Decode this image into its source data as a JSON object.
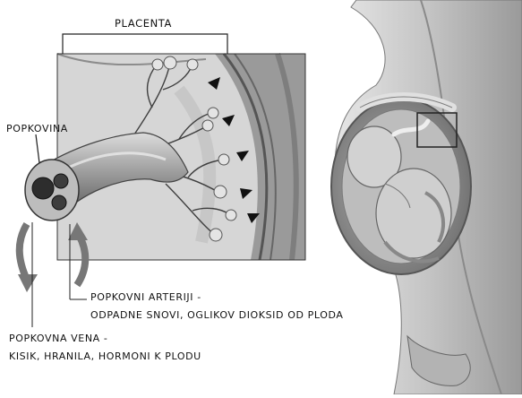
{
  "labels": {
    "placenta": "PLACENTA",
    "cord": "POPKOVINA",
    "arteries_title": "POPKOVNI ARTERIJI -",
    "arteries_desc": "ODPADNE SNOVI, OGLIKOV DIOKSID OD PLODA",
    "vein_title": "POPKOVNA VENA -",
    "vein_desc": "KISIK, HRANILA, HORMONI K PLODU"
  },
  "colors": {
    "ink": "#111111",
    "tissue_light": "#d9d9d9",
    "tissue_mid": "#a9a9a9",
    "tissue_dark": "#5a5a5a",
    "skin": "#c8c8c8"
  }
}
